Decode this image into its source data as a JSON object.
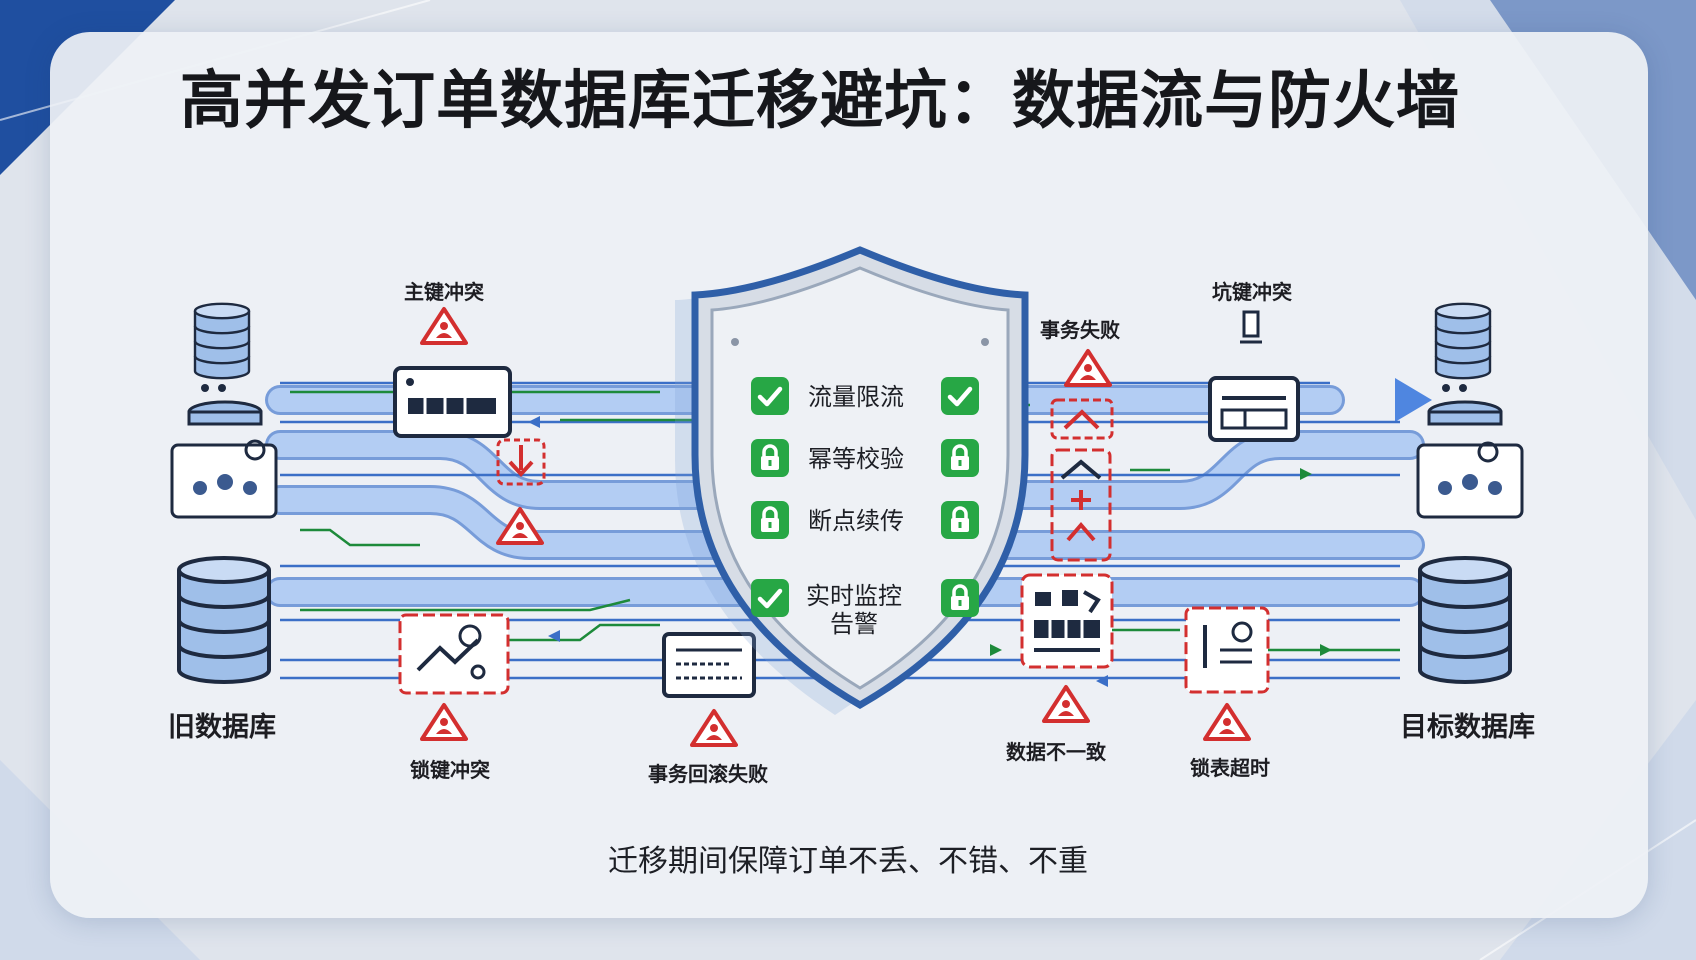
{
  "title": "高并发订单数据库迁移避坑：数据流与防火墙",
  "subtitle": "迁移期间保障订单不丢、不错、不重",
  "databases": {
    "source": "旧数据库",
    "target": "目标数据库"
  },
  "shield_items": [
    {
      "text": "流量限流",
      "left_icon": "check-icon",
      "right_icon": "check-icon"
    },
    {
      "text": "幂等校验",
      "left_icon": "lock-icon",
      "right_icon": "lock-icon"
    },
    {
      "text": "断点续传",
      "left_icon": "lock-icon",
      "right_icon": "lock-icon"
    },
    {
      "text": "实时监控",
      "text_line2": "告警",
      "left_icon": "check-icon",
      "right_icon": "lock-icon"
    }
  ],
  "risks": {
    "pk_conflict": "主键冲突",
    "lock_conflict": "锁键冲突",
    "rollback_fail": "事务回滚失败",
    "txn_fail": "事务失败",
    "key_conflict": "坑键冲突",
    "inconsistent": "数据不一致",
    "lock_timeout": "锁表超时"
  },
  "colors": {
    "stream_blue": "#a8c4ef",
    "stream_edge": "#6b93d6",
    "shield_border": "#2f5fa8",
    "check_green": "#27a745",
    "warn_red": "#d32f2f",
    "line_green": "#1d8a3a",
    "corner_blue": "#1f4fa0"
  }
}
